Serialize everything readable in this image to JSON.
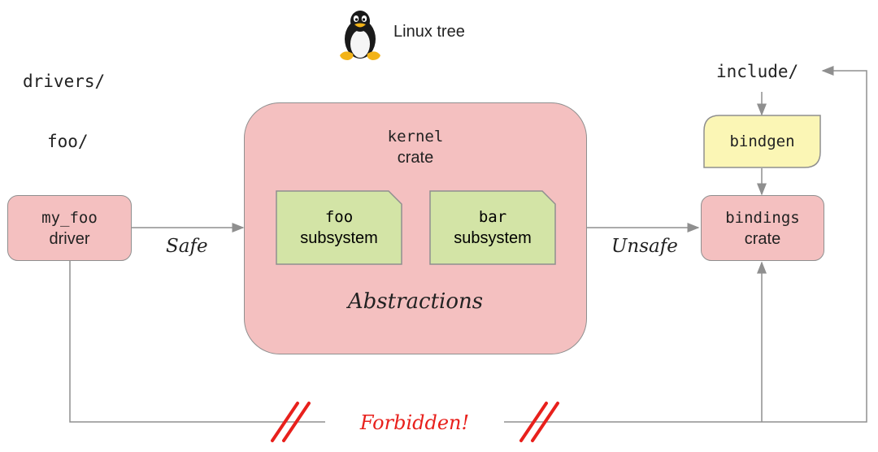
{
  "header": {
    "label": "Linux tree",
    "logo": "tux-penguin-icon"
  },
  "dirs": {
    "drivers": "drivers/",
    "foo": "foo/",
    "include": "include/"
  },
  "driver_box": {
    "line1": "my_foo",
    "line2": "driver"
  },
  "kernel_crate": {
    "line1": "kernel",
    "line2": "crate",
    "caption": "Abstractions"
  },
  "subsystems": [
    {
      "line1": "foo",
      "line2": "subsystem"
    },
    {
      "line1": "bar",
      "line2": "subsystem"
    }
  ],
  "bindgen": {
    "label": "bindgen"
  },
  "bindings_crate": {
    "line1": "bindings",
    "line2": "crate"
  },
  "edges": {
    "safe": "Safe",
    "unsafe": "Unsafe",
    "forbidden": "Forbidden!"
  },
  "colors": {
    "crate_fill": "#f4c0c0",
    "subsystem_fill": "#d3e4a6",
    "bindgen_fill": "#fbf6b5",
    "forbidden": "#e8201c",
    "wire": "#8f8f8f"
  }
}
